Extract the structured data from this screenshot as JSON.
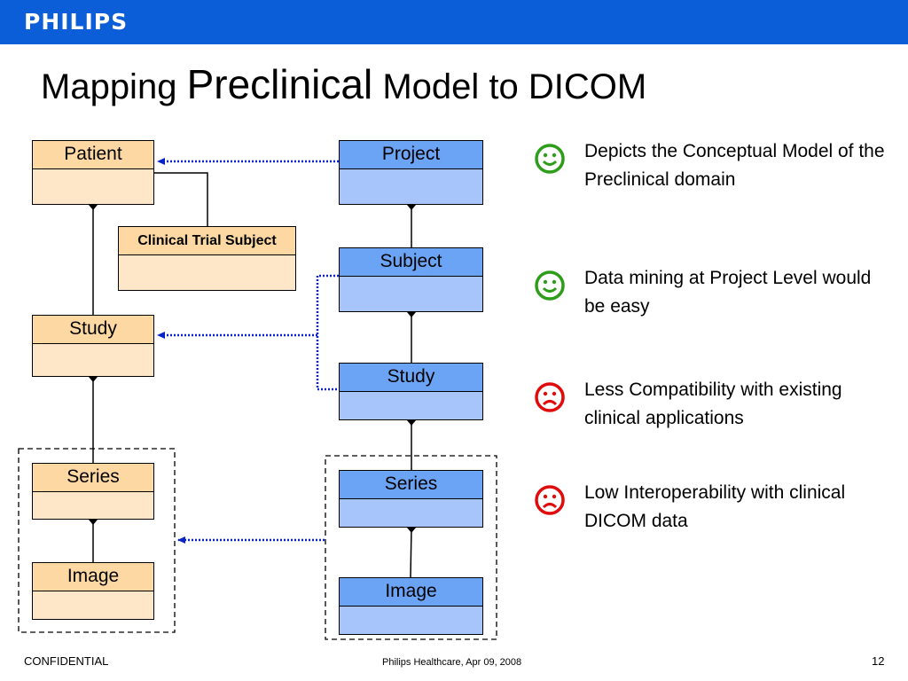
{
  "header": {
    "logo": "PHILIPS",
    "brand_color": "#0b5ed7"
  },
  "title": {
    "part1": "Mapping ",
    "part2": "Preclinical",
    "part3": " Model to DICOM"
  },
  "left_model": {
    "boxes": [
      {
        "name": "patient",
        "label": "Patient"
      },
      {
        "name": "clinical-trial-subject",
        "label": "Clinical Trial Subject"
      },
      {
        "name": "study",
        "label": "Study"
      },
      {
        "name": "series",
        "label": "Series"
      },
      {
        "name": "image",
        "label": "Image"
      }
    ]
  },
  "right_model": {
    "boxes": [
      {
        "name": "project",
        "label": "Project"
      },
      {
        "name": "subject",
        "label": "Subject"
      },
      {
        "name": "study",
        "label": "Study"
      },
      {
        "name": "series",
        "label": "Series"
      },
      {
        "name": "image",
        "label": "Image"
      }
    ]
  },
  "colors": {
    "dicom_box_header": "#fed8a2",
    "dicom_box_body": "#fde7c8",
    "preclinical_box_header": "#6ba4f5",
    "preclinical_box_body": "#a7c5fb",
    "mapping_arrow": "#0a23c8",
    "positive_face": "#2e9e1a",
    "negative_face": "#e00b0b"
  },
  "bullets": [
    {
      "sentiment": "positive",
      "icon": "smiley-face-icon",
      "text": "Depicts the Conceptual Model of the Preclinical domain"
    },
    {
      "sentiment": "positive",
      "icon": "smiley-face-icon",
      "text": "Data mining at Project Level would be easy"
    },
    {
      "sentiment": "negative",
      "icon": "frowning-face-icon",
      "text": "Less Compatibility with existing clinical applications"
    },
    {
      "sentiment": "negative",
      "icon": "frowning-face-icon",
      "text": "Low Interoperability with clinical DICOM data"
    }
  ],
  "footer": {
    "left": "CONFIDENTIAL",
    "center": "Philips Healthcare, Apr 09, 2008",
    "page_number": "12"
  }
}
